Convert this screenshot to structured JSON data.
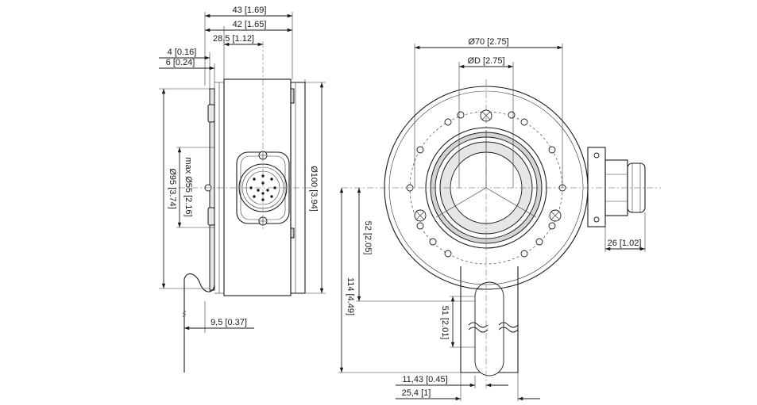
{
  "dimensions": {
    "side_total_width": "43 [1.69]",
    "side_body_width": "42 [1.65]",
    "side_connector_offset": "28,5 [1.12]",
    "side_flange_4": "4 [0.16]",
    "side_flange_6": "6 [0.24]",
    "side_dia_95": "Ø95 [3.74]",
    "side_max_dia_55": "max Ø55 [2.16]",
    "side_dia_100": "Ø100 [3.94]",
    "side_tether_9_5": "9,5 [0.37]",
    "front_dia_70": "Ø70 [2.75]",
    "front_dia_d": "ØD [2.75]",
    "front_connector_26": "26 [1.02]",
    "front_height_52": "52 [2.05]",
    "front_height_114": "114 [4.49]",
    "front_slot_51": "51 [2.01]",
    "front_slot_11_43": "11,43 [0.45]",
    "front_slot_25_4": "25,4 [1]"
  }
}
